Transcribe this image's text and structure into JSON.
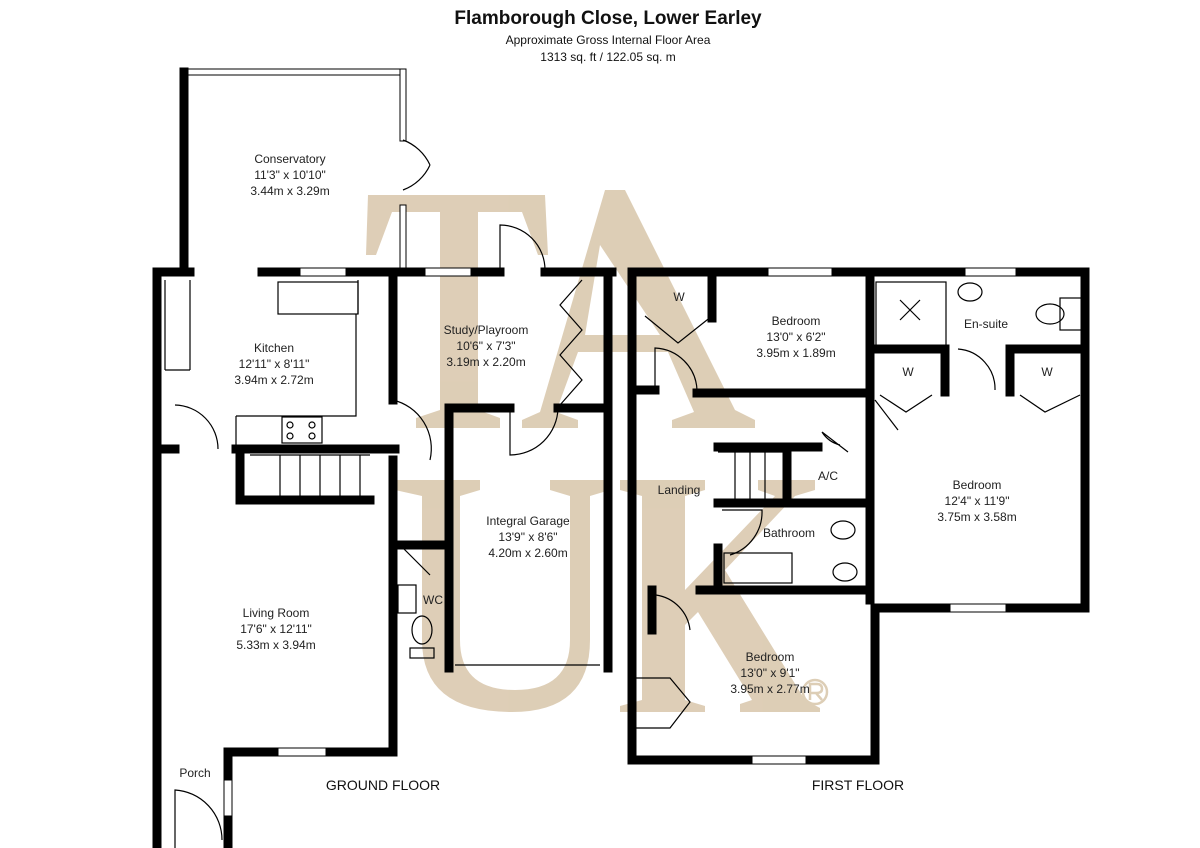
{
  "header": {
    "title": "Flamborough Close, Lower Earley",
    "subtitle": "Approximate Gross Internal Floor Area",
    "area": "1313 sq. ft / 122.05 sq. m"
  },
  "watermark": {
    "line1": "TA",
    "line2": "UK",
    "mark": "®",
    "color": "#d8c6aa"
  },
  "ground_floor": {
    "label": "GROUND FLOOR",
    "rooms": [
      {
        "name": "Conservatory",
        "imperial": "11'3\" x 10'10\"",
        "metric": "3.44m x 3.29m"
      },
      {
        "name": "Kitchen",
        "imperial": "12'11\" x 8'11\"",
        "metric": "3.94m x 2.72m"
      },
      {
        "name": "Study/Playroom",
        "imperial": "10'6\" x 7'3\"",
        "metric": "3.19m x 2.20m"
      },
      {
        "name": "Integral Garage",
        "imperial": "13'9\" x 8'6\"",
        "metric": "4.20m x 2.60m"
      },
      {
        "name": "Living Room",
        "imperial": "17'6\" x 12'11\"",
        "metric": "5.33m x 3.94m"
      },
      {
        "name": "WC"
      },
      {
        "name": "Porch"
      }
    ]
  },
  "first_floor": {
    "label": "FIRST FLOOR",
    "rooms": [
      {
        "name": "Bedroom",
        "imperial": "13'0\" x 6'2\"",
        "metric": "3.95m x 1.89m"
      },
      {
        "name": "En-suite"
      },
      {
        "name": "Bedroom",
        "imperial": "12'4\" x 11'9\"",
        "metric": "3.75m x 3.58m"
      },
      {
        "name": "Landing"
      },
      {
        "name": "A/C"
      },
      {
        "name": "Bathroom"
      },
      {
        "name": "Bedroom",
        "imperial": "13'0\" x 9'1\"",
        "metric": "3.95m x 2.77m"
      },
      {
        "name": "W"
      },
      {
        "name": "W"
      },
      {
        "name": "W"
      }
    ]
  }
}
